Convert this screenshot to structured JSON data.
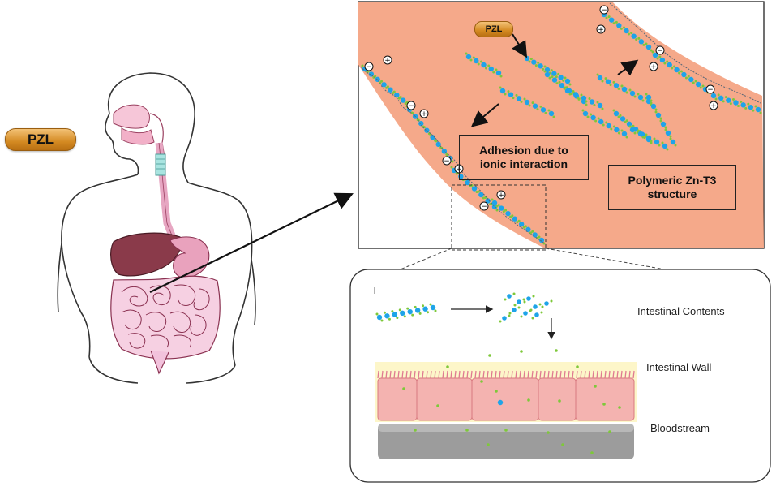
{
  "pill": {
    "label": "PZL"
  },
  "callout": {
    "pill_label": "PZL",
    "adhesion_label": "Adhesion due to\nionic interaction",
    "structure_label": "Polymeric Zn-T3\nstructure"
  },
  "detail": {
    "layers": {
      "contents": "Intestinal Contents",
      "wall": "Intestinal Wall",
      "bloodstream": "Bloodstream"
    }
  },
  "colors": {
    "mucosa": "#f5a98a",
    "chain": "#1ea4e8",
    "zinc": "#7ec83a",
    "cell": "#f4b3b0",
    "blood": "#9a9a9a",
    "liver": "#8a3a4a",
    "intestine": "#f2c2dc"
  }
}
